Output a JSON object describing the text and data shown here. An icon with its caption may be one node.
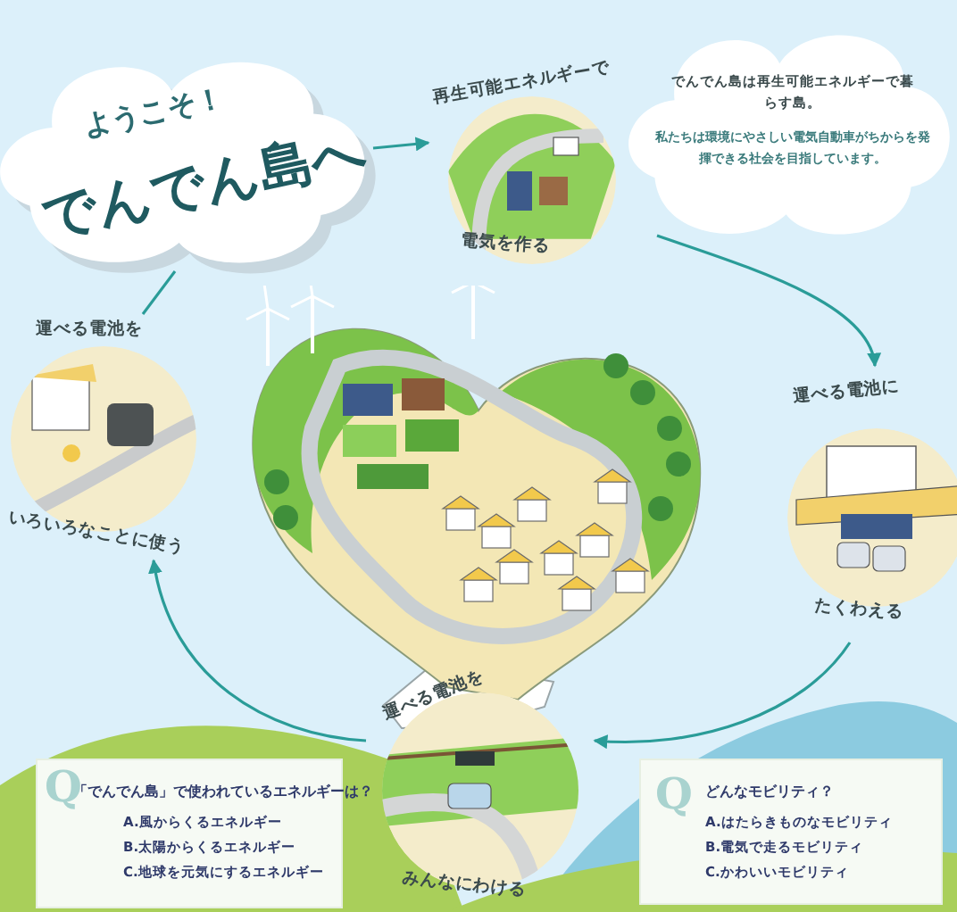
{
  "diagram": {
    "nodes": [
      {
        "text": [
          "ようこそ！",
          "でんでん島へ"
        ]
      },
      {
        "text": [
          "**でんでん島**は再生可能エネルギーで暮らす島。",
          "私たちは環境にやさしい電気自動車がちからを発揮できる社会を目指しています。"
        ]
      },
      {
        "text": [
          "再生可能エネルギーで",
          "電気を作る"
        ]
      },
      {
        "text": [
          "運べる電池に",
          "たくわえる"
        ]
      },
      {
        "text": [
          "運べる電池を",
          "みんなにわける"
        ]
      },
      {
        "text": [
          "運べる電池を",
          "いろいろなことに使う"
        ]
      },
      {
        "text": [
          "Q",
          "「でんでん島」で使われているエネルギーは？",
          "A.風からくるエネルギー",
          "B.太陽からくるエネルギー",
          "C.地球を元気にするエネルギー"
        ]
      },
      {
        "text": [
          "Q",
          "どんなモビリティ？",
          "A.はたらきものなモビリティ",
          "B.電気で走るモビリティ",
          "C.かわいいモビリティ"
        ]
      }
    ],
    "edges": [
      {
        "from": 5,
        "to": 0,
        "arrow": "none"
      },
      {
        "from": 0,
        "to": 2,
        "arrow": "to"
      },
      {
        "from": 1,
        "to": 3,
        "arrow": "to"
      },
      {
        "from": 3,
        "to": 4,
        "arrow": "to"
      },
      {
        "from": 4,
        "to": 5,
        "arrow": "to"
      }
    ]
  }
}
